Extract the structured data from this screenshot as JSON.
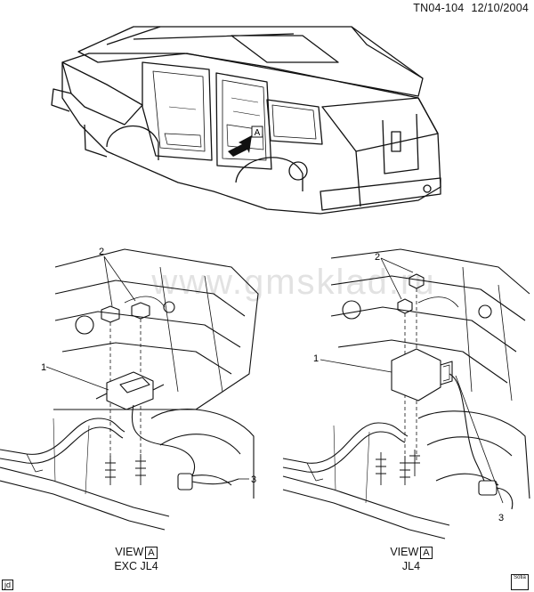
{
  "header": {
    "code": "TN04-104",
    "date": "12/10/2004"
  },
  "watermark": "www.gmsklad.ru",
  "top_view": {
    "callout": "A"
  },
  "left_panel": {
    "view_word": "VIEW",
    "view_letter": "A",
    "caption": "EXC JL4",
    "callouts": [
      "1",
      "2",
      "3"
    ]
  },
  "right_panel": {
    "view_word": "VIEW",
    "view_letter": "A",
    "caption": "JL4",
    "callouts": [
      "1",
      "2",
      "3"
    ]
  },
  "corner": {
    "id": "jd",
    "logo": "Sotia"
  }
}
